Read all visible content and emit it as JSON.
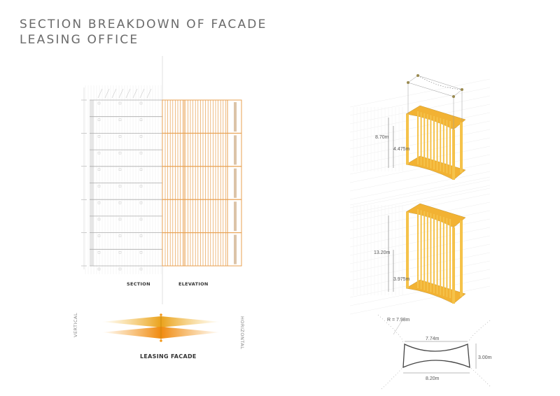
{
  "title": {
    "line1": "SECTION BREAKDOWN OF FACADE",
    "line2": "LEASING OFFICE"
  },
  "drawing_labels": {
    "section": "SECTION",
    "elevation": "ELEVATION"
  },
  "diagram": {
    "left_label": "VERTICAL",
    "right_label": "HORIZONTAL",
    "caption": "LEASING FACADE"
  },
  "iso_top": {
    "total_height": "8.70m",
    "partial_height": "4.475m"
  },
  "iso_bottom": {
    "total_height": "13.20m",
    "partial_height": "3.975m"
  },
  "plan": {
    "radius": "R = 7.98m",
    "top_width": "7.74m",
    "depth": "3.00m",
    "bottom_width": "8.20m"
  },
  "colors": {
    "facade_orange": "#e8a050",
    "fin_yellow": "#f5c24a",
    "accent_orange": "#f39a1e",
    "title_gray": "#6a6a6a"
  }
}
